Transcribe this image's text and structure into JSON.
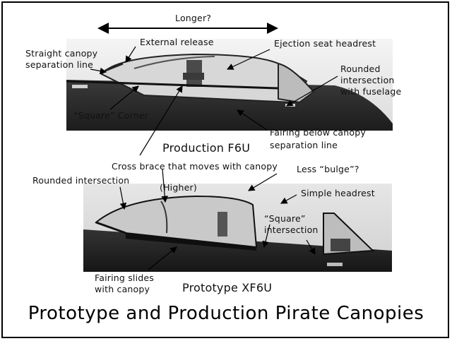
{
  "diagram": {
    "title": "Prototype and Production Pirate Canopies",
    "length_note": "Longer?",
    "production": {
      "caption": "Production F6U",
      "labels": {
        "straight_canopy_1": "Straight canopy",
        "straight_canopy_2": "separation line",
        "external_release": "External release",
        "ejection_headrest": "Ejection seat  headrest",
        "rounded_1": "Rounded",
        "rounded_2": "intersection",
        "rounded_3": "with fuselage",
        "square_corner": "“Square” Corner",
        "fairing_1": "Fairing below canopy",
        "fairing_2": "separation line"
      }
    },
    "prototype": {
      "caption": "Prototype XF6U",
      "labels": {
        "cross_brace": "Cross brace that moves with canopy",
        "less_bulge": "Less “bulge”?",
        "rounded_intersection": "Rounded intersection",
        "higher": "(Higher)",
        "simple_headrest": "Simple headrest",
        "square_int_1": "“Square”",
        "square_int_2": "intersection",
        "fairing_slides_1": "Fairing slides",
        "fairing_slides_2": "with canopy"
      }
    },
    "colors": {
      "photo_dark": "#2b2b2b",
      "photo_sky": "#e8e8e8",
      "frame": "#000000"
    }
  }
}
